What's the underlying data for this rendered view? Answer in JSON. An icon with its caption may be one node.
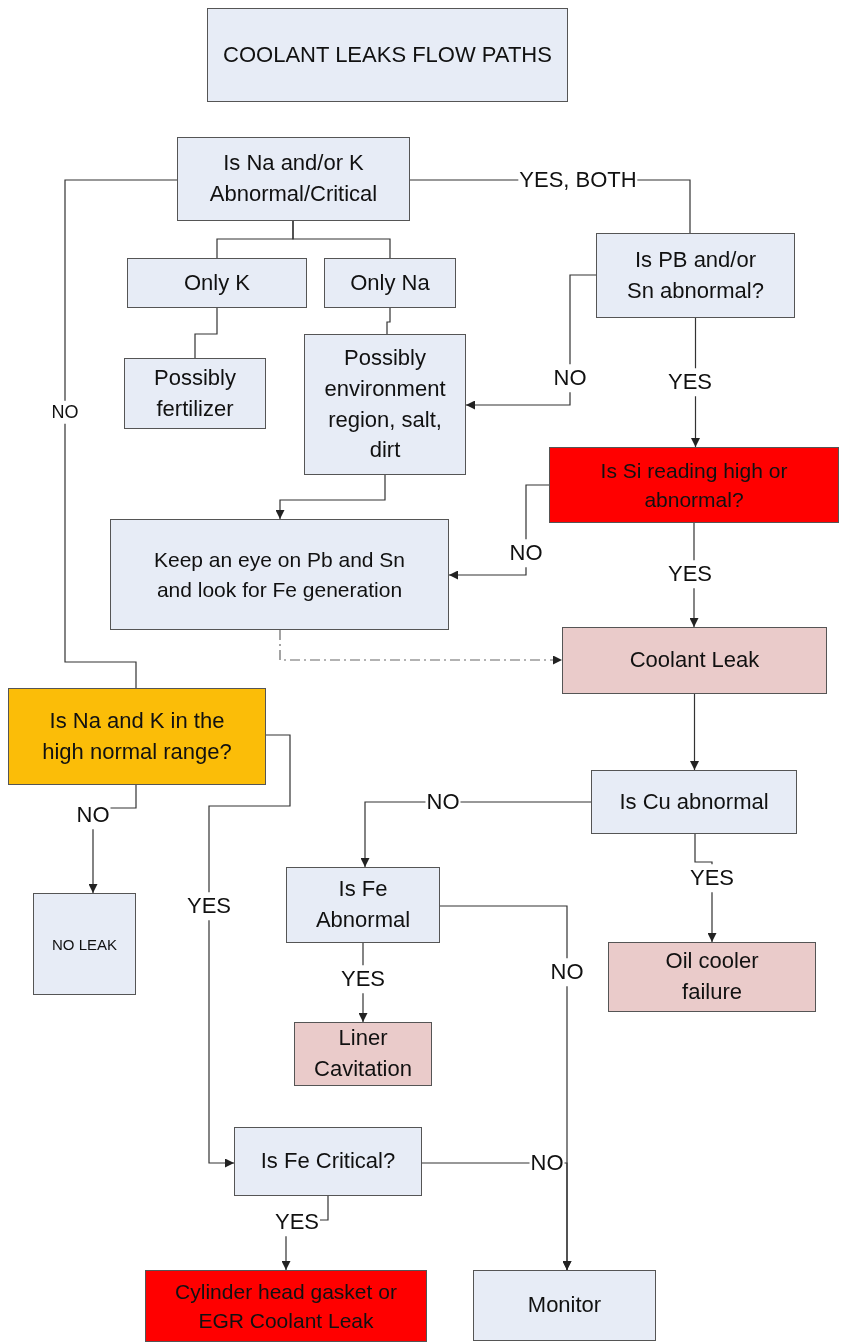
{
  "diagram": {
    "nodes": [
      {
        "text": [
          "COOLANT LEAKS FLOW PATHS"
        ]
      },
      {
        "text": [
          "Is Na and/or K Abnormal/Critical"
        ]
      },
      {
        "text": [
          "Only K"
        ]
      },
      {
        "text": [
          "Only Na"
        ]
      },
      {
        "text": [
          "Is PB and/or Sn abnormal?"
        ]
      },
      {
        "text": [
          "Possibly fertilizer"
        ]
      },
      {
        "text": [
          "Possibly environment region, salt, dirt"
        ]
      },
      {
        "text": [
          "Is Si reading high or abnormal?"
        ]
      },
      {
        "text": [
          "Keep an eye on Pb and Sn and look for Fe generation"
        ]
      },
      {
        "text": [
          "Coolant Leak"
        ]
      },
      {
        "text": [
          "Is Na and K in the high normal range?"
        ]
      },
      {
        "text": [
          "Is Cu abnormal"
        ]
      },
      {
        "text": [
          "Is Fe Abnormal"
        ]
      },
      {
        "text": [
          "NO LEAK"
        ]
      },
      {
        "text": [
          "Oil cooler failure"
        ]
      },
      {
        "text": [
          "Liner Cavitation"
        ]
      },
      {
        "text": [
          "Is Fe Critical?"
        ]
      },
      {
        "text": [
          "Cylinder head gasket or EGR Coolant Leak"
        ]
      },
      {
        "text": [
          "Monitor"
        ]
      }
    ],
    "edges": [
      {
        "from": 1,
        "to": 2,
        "arrow": "none"
      },
      {
        "from": 1,
        "to": 3,
        "arrow": "none"
      },
      {
        "from": 2,
        "to": 5,
        "arrow": "none"
      },
      {
        "from": 3,
        "to": 6,
        "arrow": "none"
      },
      {
        "from": 1,
        "to": 4,
        "arrow": "none",
        "label": "YES, BOTH"
      },
      {
        "from": 1,
        "to": 10,
        "arrow": "none",
        "label": "NO"
      },
      {
        "from": 4,
        "to": 6,
        "arrow": "to",
        "label": "NO"
      },
      {
        "from": 4,
        "to": 7,
        "arrow": "to",
        "label": "YES"
      },
      {
        "from": 6,
        "to": 8,
        "arrow": "to"
      },
      {
        "from": 7,
        "to": 8,
        "arrow": "to",
        "label": "NO"
      },
      {
        "from": 7,
        "to": 9,
        "arrow": "to",
        "label": "YES"
      },
      {
        "from": 8,
        "to": 9,
        "arrow": "to",
        "style": "dashed"
      },
      {
        "from": 9,
        "to": 11,
        "arrow": "to"
      },
      {
        "from": 11,
        "to": 12,
        "arrow": "to",
        "label": "NO"
      },
      {
        "from": 11,
        "to": 14,
        "arrow": "to",
        "label": "YES"
      },
      {
        "from": 10,
        "to": 13,
        "arrow": "to",
        "label": "NO"
      },
      {
        "from": 10,
        "to": 16,
        "arrow": "to",
        "label": "YES"
      },
      {
        "from": 12,
        "to": 15,
        "arrow": "to",
        "label": "YES"
      },
      {
        "from": 12,
        "to": 18,
        "arrow": "to",
        "label": "NO"
      },
      {
        "from": 16,
        "to": 18,
        "arrow": "to",
        "label": "NO"
      },
      {
        "from": 16,
        "to": 17,
        "arrow": "to",
        "label": "YES"
      }
    ]
  }
}
